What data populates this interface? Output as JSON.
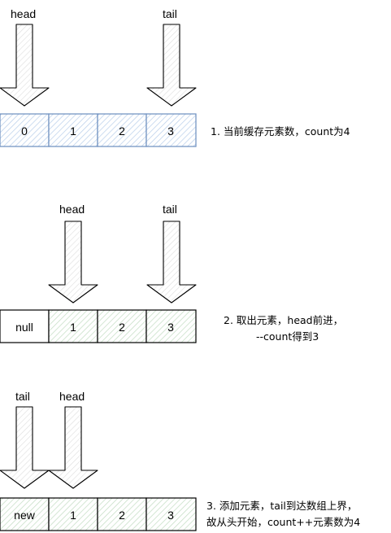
{
  "stages": [
    {
      "head_label": "head",
      "tail_label": "tail",
      "cells": [
        "0",
        "1",
        "2",
        "3"
      ],
      "note_lines": [
        "1. 当前缓存元素数，count为4"
      ]
    },
    {
      "head_label": "head",
      "tail_label": "tail",
      "cells": [
        "null",
        "1",
        "2",
        "3"
      ],
      "note_lines": [
        "2. 取出元素，head前进，",
        "--count得到3"
      ]
    },
    {
      "head_label": "head",
      "tail_label": "tail",
      "cells": [
        "new",
        "1",
        "2",
        "3"
      ],
      "note_lines": [
        "3. 添加元素，tail到达数组上界，",
        "故从头开始，count++元素数为4"
      ]
    }
  ],
  "colors": {
    "stroke": "#000000",
    "blue_stroke": "#6c8ebf",
    "blue_fill": "#dae8fc",
    "green_fill": "#d5e8d4",
    "arrow_fill": "#ffffff"
  }
}
